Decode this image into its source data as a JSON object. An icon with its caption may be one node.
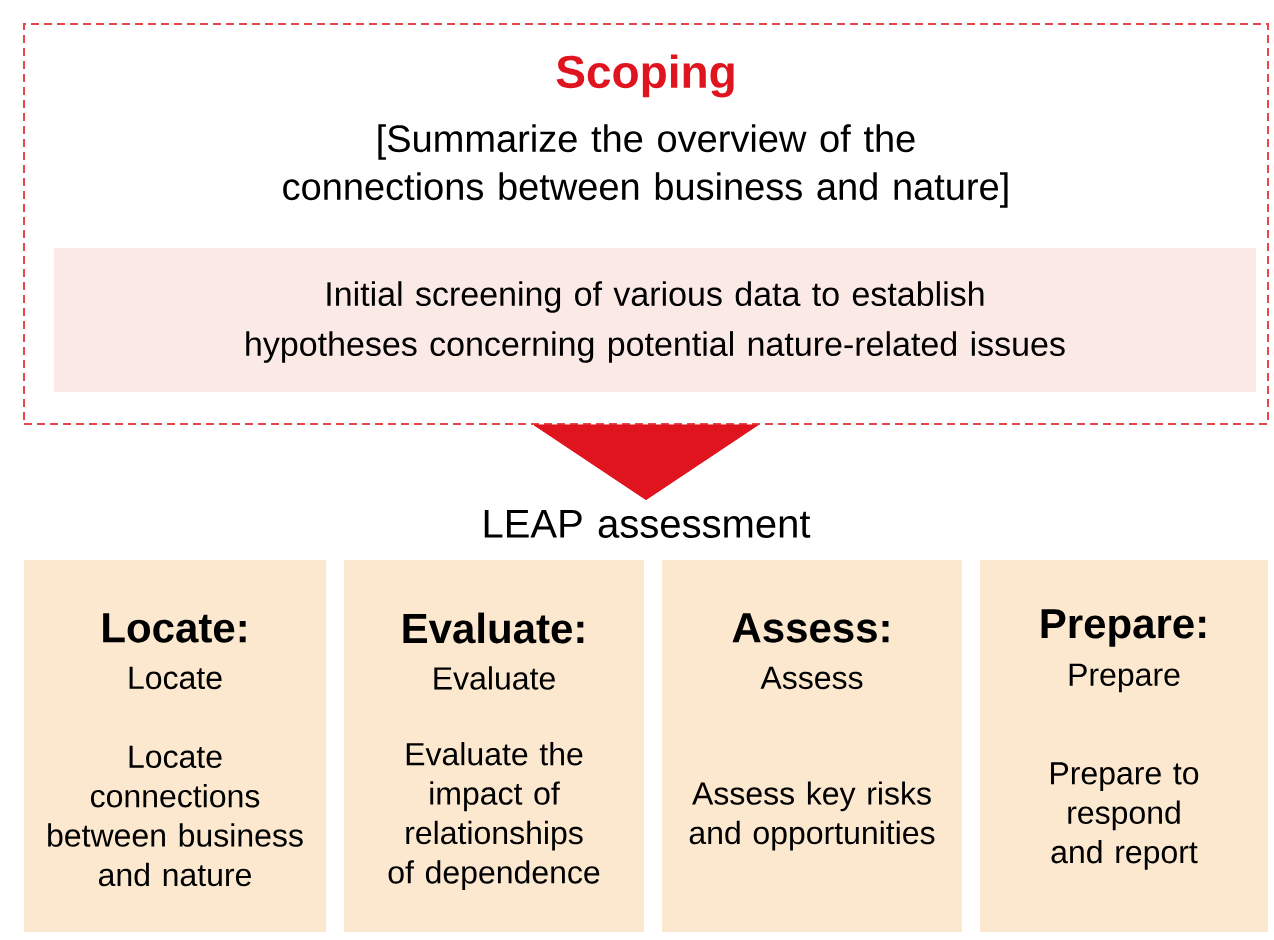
{
  "diagram": {
    "nodes": [
      {
        "text": [
          "Scoping",
          "[Summarize the overview of the connections between business and nature]"
        ]
      },
      {
        "text": [
          "Initial screening of various data to establish hypotheses concerning potential nature-related issues"
        ],
        "in": 0
      },
      {
        "text": [
          "LEAP assessment"
        ]
      },
      {
        "text": [
          "Locate:",
          "Locate",
          "Locate connections between business and nature"
        ]
      },
      {
        "text": [
          "Evaluate:",
          "Evaluate",
          "Evaluate the impact of relationships of dependence"
        ]
      },
      {
        "text": [
          "Assess:",
          "Assess",
          "Assess key risks and opportunities"
        ]
      },
      {
        "text": [
          "Prepare:",
          "Prepare",
          "Prepare to respond and report"
        ]
      }
    ],
    "edges": [
      {
        "from": 0,
        "to": 2,
        "arrow": "to"
      }
    ]
  }
}
